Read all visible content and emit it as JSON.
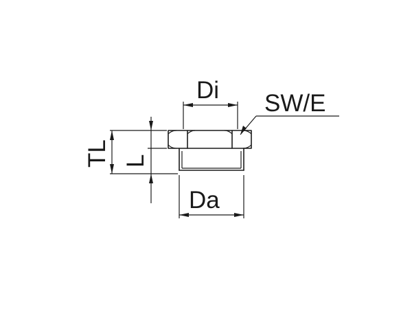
{
  "diagram": {
    "part": "hex-reducing-bushing",
    "labels": {
      "inner_diameter": "Di",
      "wrench_size": "SW/E",
      "total_length": "TL",
      "thread_length": "L",
      "outer_diameter": "Da"
    },
    "colors": {
      "line": "#1a1a1a",
      "background": "#ffffff"
    }
  }
}
